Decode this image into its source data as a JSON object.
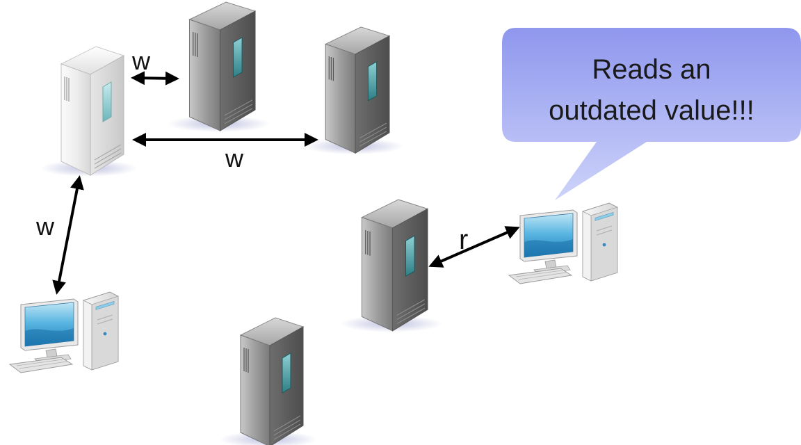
{
  "diagram": {
    "edge_labels": {
      "write_top": "w",
      "write_long": "w",
      "write_client": "w",
      "read_client": "r"
    },
    "callout": {
      "line1": "Reads an",
      "line2": "outdated value!!!"
    },
    "colors": {
      "callout_top": "#8f97ee",
      "callout_bottom": "#cdd3f9",
      "arrow": "#000000",
      "primary_server": "#f2f2f2",
      "replica_server": "#9a9a9a",
      "monitor_screen": "#4aa8d8"
    },
    "icons": {
      "primary_server": "server-tower-icon",
      "replica_server": "server-tower-icon",
      "client": "desktop-computer-icon"
    }
  }
}
